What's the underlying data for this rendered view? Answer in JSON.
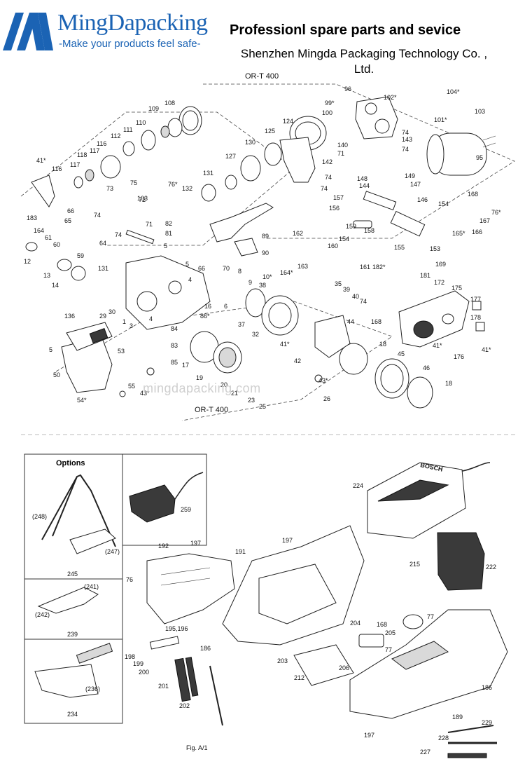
{
  "header": {
    "brand_name": "MingDapacking",
    "tagline": "-Make your products feel safe-",
    "headline": "Professionl spare parts and sevice",
    "company_line1": "Shenzhen Mingda Packaging Technology Co. ,",
    "company_line2": "Ltd."
  },
  "upper_diagram": {
    "title_top": "OR-T 400",
    "title_bottom": "OR-T 400",
    "watermark": "mingdapacking.com"
  },
  "lower_diagram": {
    "options_title": "Options",
    "fig_label": "Fig. A/1",
    "charger_brand": "BOSCH"
  }
}
